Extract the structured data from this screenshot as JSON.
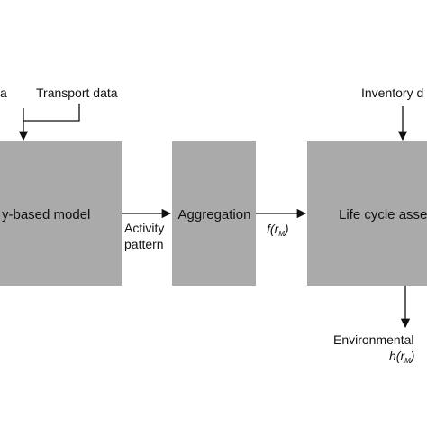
{
  "diagram": {
    "boxes": {
      "model": {
        "label": "y-based model"
      },
      "aggregation": {
        "label": "Aggregation"
      },
      "lca": {
        "label": "Life cycle asse"
      }
    },
    "inputs": {
      "data_left": "a",
      "transport": "Transport data",
      "inventory": "Inventory d"
    },
    "edges": {
      "activity_line1": "Activity",
      "activity_line2": "pattern",
      "f_func": "f(r",
      "f_sub": "M",
      "f_close": ")"
    },
    "outputs": {
      "environmental": "Environmental",
      "h_func": "h(r",
      "h_sub": "M",
      "h_close": ")"
    },
    "colors": {
      "box_fill": "#aaaaaa",
      "line": "#111111"
    }
  }
}
